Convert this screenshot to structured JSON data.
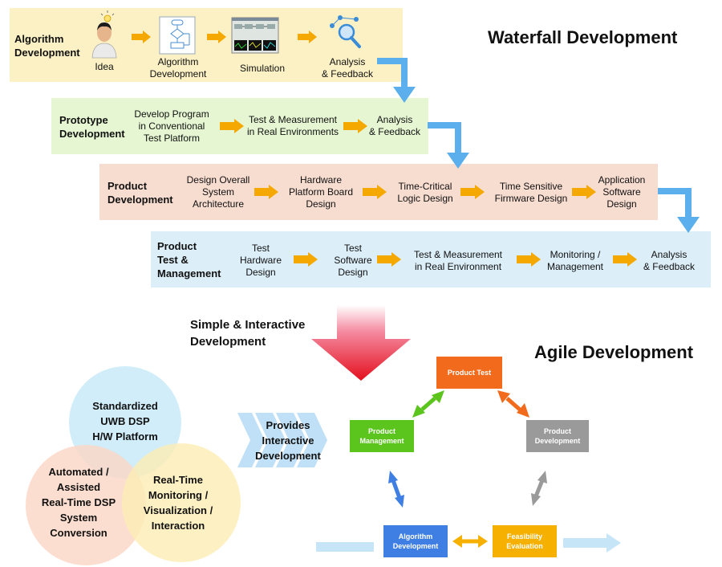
{
  "waterfall": {
    "title": "Waterfall Development",
    "algorithm": {
      "label": "Algorithm\nDevelopment",
      "steps": [
        "Idea",
        "Algorithm\nDevelopment",
        "Simulation",
        "Analysis\n& Feedback"
      ]
    },
    "prototype": {
      "label": "Prototype\nDevelopment",
      "steps": [
        "Develop Program\nin Conventional\nTest Platform",
        "Test & Measurement\nin Real Environments",
        "Analysis\n& Feedback"
      ]
    },
    "product": {
      "label": "Product\nDevelopment",
      "steps": [
        "Design Overall\nSystem\nArchitecture",
        "Hardware\nPlatform Board\nDesign",
        "Time-Critical\nLogic Design",
        "Time Sensitive\nFirmware Design",
        "Application\nSoftware\nDesign"
      ]
    },
    "test": {
      "label": "Product\nTest &\nManagement",
      "steps": [
        "Test\nHardware\nDesign",
        "Test\nSoftware\nDesign",
        "Test & Measurement\nin Real Environment",
        "Monitoring /\nManagement",
        "Analysis\n& Feedback"
      ]
    }
  },
  "transition": {
    "label": "Simple & Interactive\nDevelopment"
  },
  "agile": {
    "title": "Agile Development",
    "provides": "Provides\nInteractive\nDevelopment",
    "boxes": {
      "product_test": "Product Test",
      "product_management": "Product\nManagement",
      "product_development": "Product\nDevelopment",
      "algorithm_development": "Algorithm\nDevelopment",
      "feasibility_evaluation": "Feasibility\nEvaluation"
    }
  },
  "circles": {
    "top": "Standardized\nUWB DSP\nH/W Platform",
    "left": "Automated /\nAssisted\nReal-Time DSP\nSystem\nConversion",
    "right": "Real-Time\nMonitoring /\nVisualization /\nInteraction"
  },
  "colors": {
    "band_algorithm": "#fbf1c4",
    "band_prototype": "#e6f6d2",
    "band_product": "#f7dcd0",
    "band_test": "#dceef8",
    "step_arrow": "#f5a800",
    "flow_arrow": "#5aafec",
    "product_test": "#f26a1b",
    "product_management": "#5bc51e",
    "product_development": "#9a9a9a",
    "algorithm_development": "#3f7fe3",
    "feasibility_evaluation": "#f5b000"
  }
}
